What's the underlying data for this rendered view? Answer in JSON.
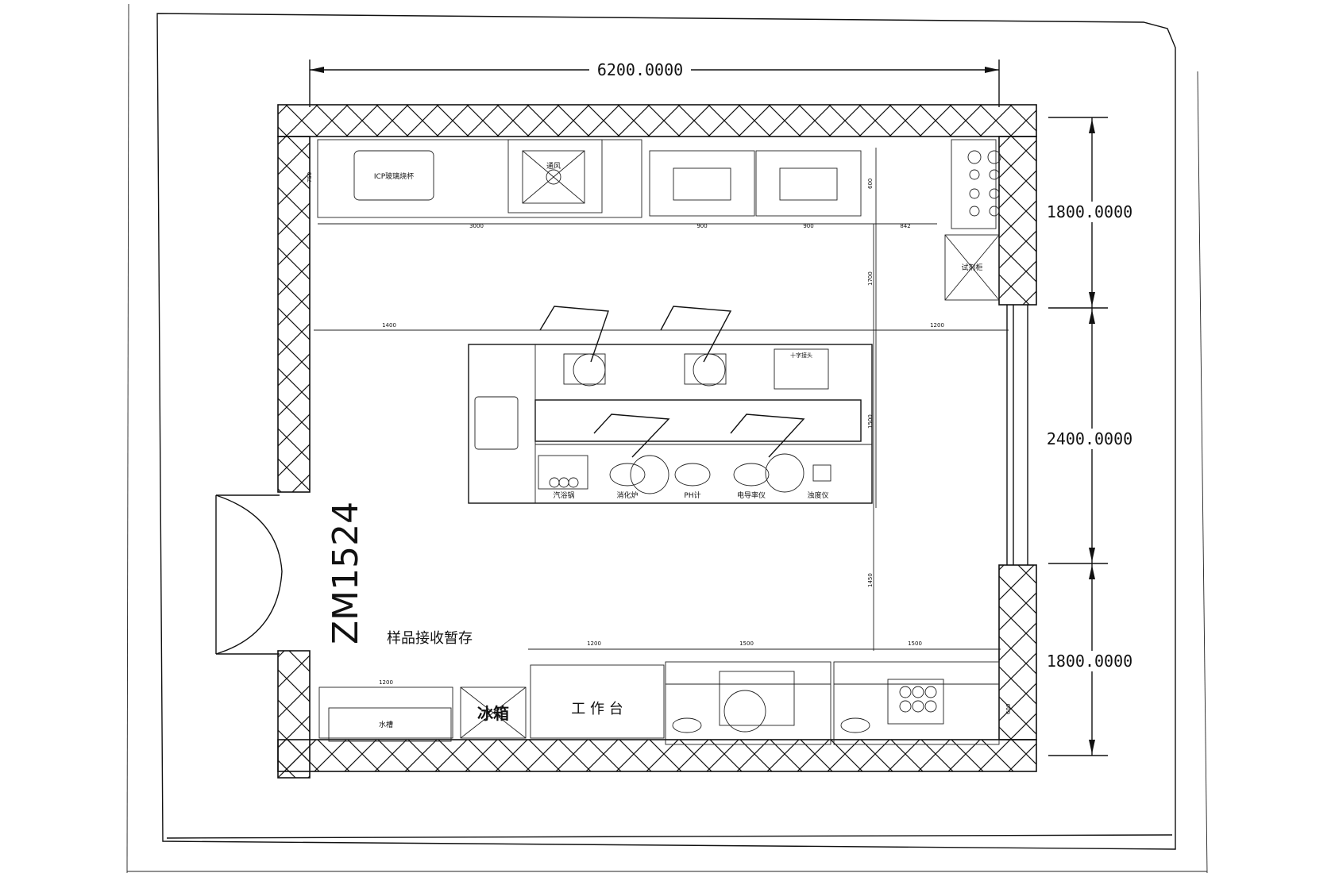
{
  "dimensions": {
    "total_width": "6200.0000",
    "right_top": "1800.0000",
    "right_middle": "2400.0000",
    "right_bottom": "1800.0000"
  },
  "door": {
    "code": "ZM1524"
  },
  "room_label": "样品接收暂存",
  "small_dims": {
    "top_left_counter": "3000",
    "top_cabinet_a": "900",
    "top_cabinet_b": "900",
    "top_gap": "842",
    "left_height": "750",
    "top_depth": "600",
    "right_column_top": "1700",
    "center_left": "1400",
    "center_right": "1200",
    "center_height": "1500",
    "lower_vertical": "1450",
    "bottom_worktable": "1200",
    "bottom_sink_a": "1500",
    "bottom_sink_b": "1500",
    "bottom_left": "1200",
    "right_bottom_depth": "600"
  },
  "equipment": {
    "top_counter_text": "ICP玻璃烧杯",
    "hood_text": "通风",
    "cabinet_text": "试剂柜",
    "bench_top_center": "十字接头",
    "bench_bottom_1": "汽浴锅",
    "bench_bottom_2": "消化炉",
    "bench_bottom_3": "PH计",
    "bench_bottom_4": "电导率仪",
    "bench_bottom_5": "浊度仪",
    "fridge": "冰箱",
    "worktable": "工 作 台",
    "bottom_left_shelf": "水槽"
  },
  "colors": {
    "ink": "#111111",
    "paper": "#ffffff"
  }
}
